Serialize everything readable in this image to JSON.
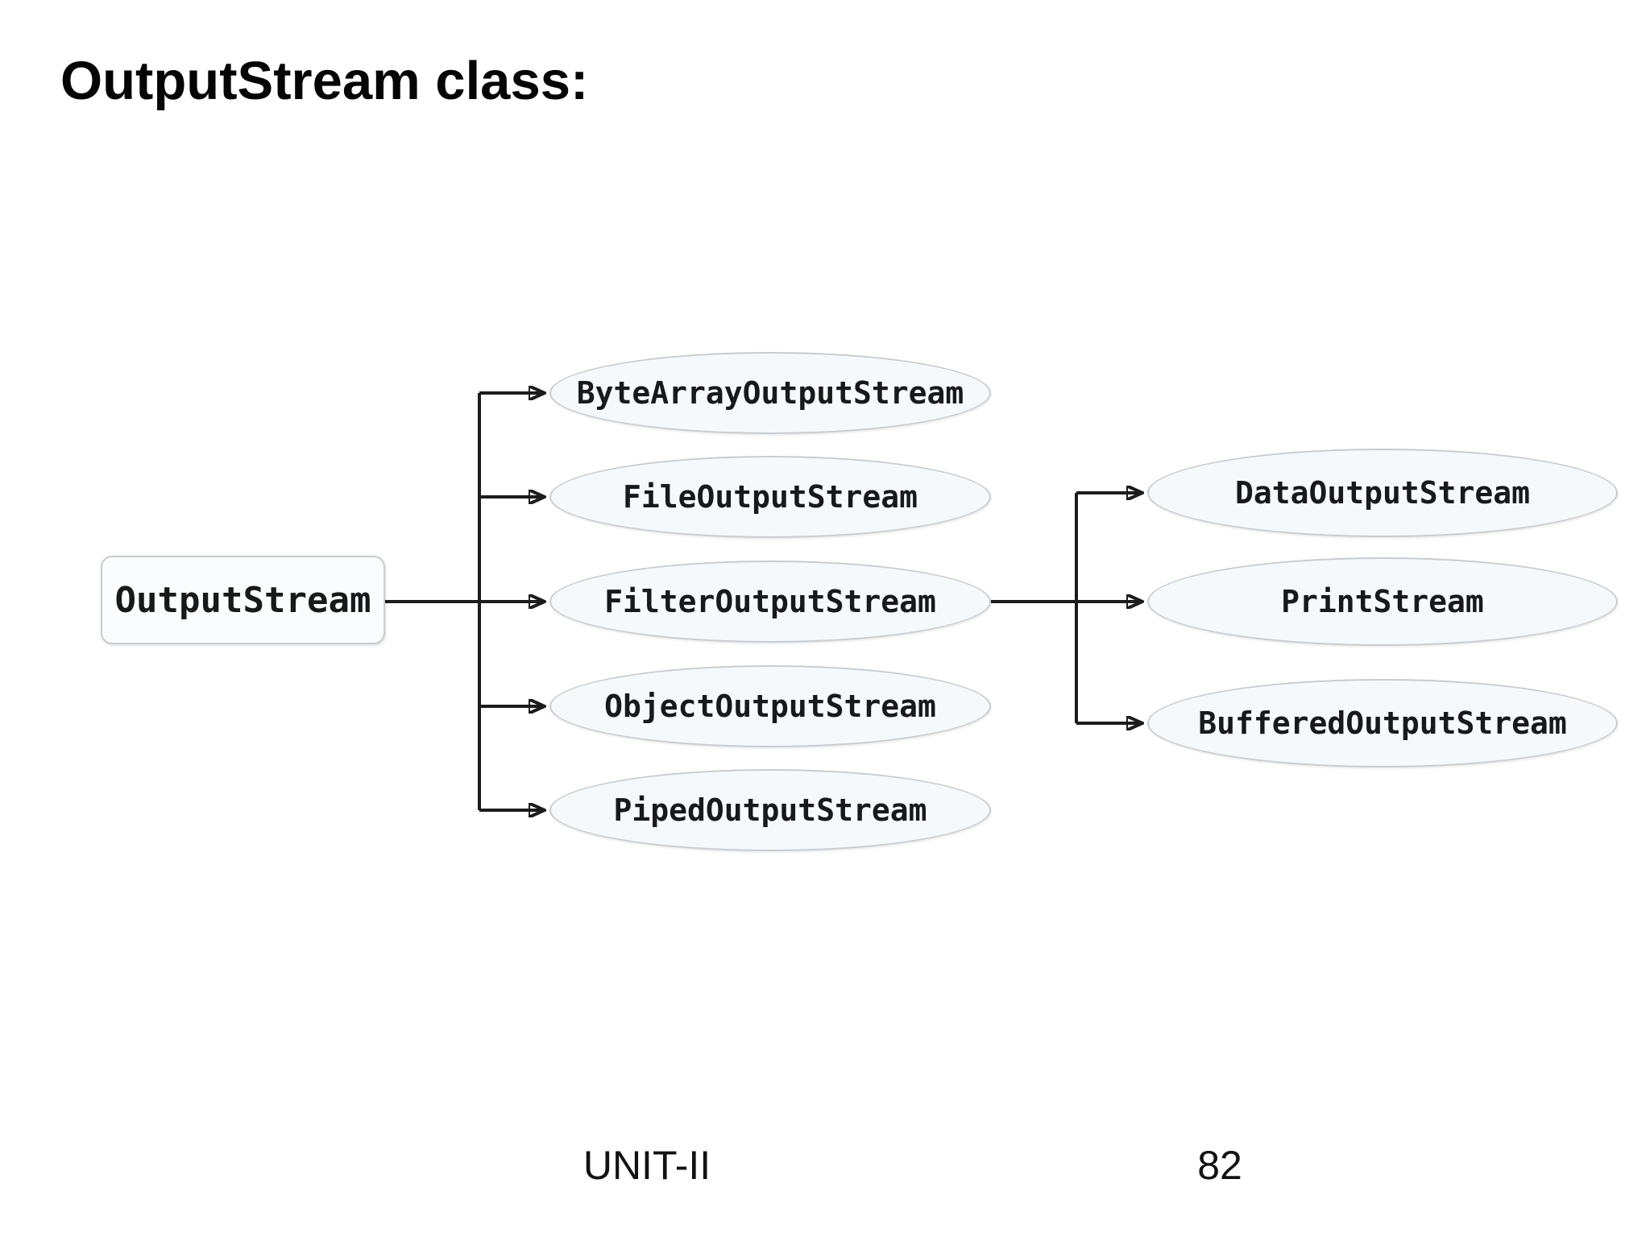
{
  "title": "OutputStream class:",
  "diagram": {
    "root": {
      "label": "OutputStream"
    },
    "level1": [
      {
        "label": "ByteArrayOutputStream"
      },
      {
        "label": "FileOutputStream"
      },
      {
        "label": "FilterOutputStream"
      },
      {
        "label": "ObjectOutputStream"
      },
      {
        "label": "PipedOutputStream"
      }
    ],
    "level2_parent": "FilterOutputStream",
    "level2": [
      {
        "label": "DataOutputStream"
      },
      {
        "label": "PrintStream"
      },
      {
        "label": "BufferedOutputStream"
      }
    ]
  },
  "colors": {
    "node_fill": "#f6f9fb",
    "node_border": "#c9cccf",
    "connector": "#1c1c1c",
    "text": "#17191c"
  },
  "footer": {
    "unit": "UNIT-II",
    "page": "82"
  }
}
